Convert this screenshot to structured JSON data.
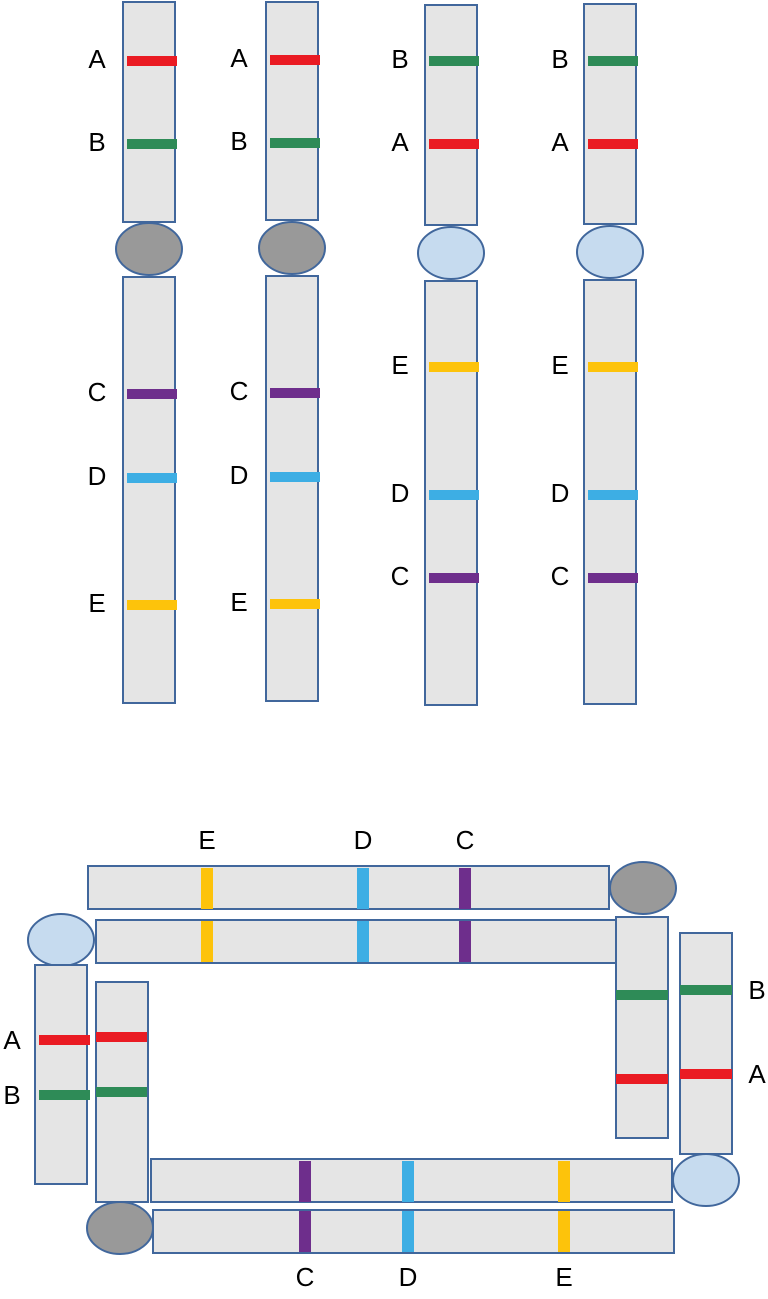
{
  "colors": {
    "arm_fill": "#e5e5e5",
    "outline": "#41679c",
    "centromere_dark": "#999999",
    "centromere_light": "#c6dbef"
  },
  "loci": {
    "A": {
      "label": "A",
      "color": "#ea1b23"
    },
    "B": {
      "label": "B",
      "color": "#2e8b57"
    },
    "C": {
      "label": "C",
      "color": "#6e2e8c"
    },
    "D": {
      "label": "D",
      "color": "#3daee4"
    },
    "E": {
      "label": "E",
      "color": "#fdc30b"
    }
  },
  "normal_chromatids": [
    {
      "centromere": "dark",
      "short_arm": [
        "A",
        "B"
      ],
      "long_arm": [
        "C",
        "D",
        "E"
      ]
    },
    {
      "centromere": "dark",
      "short_arm": [
        "A",
        "B"
      ],
      "long_arm": [
        "C",
        "D",
        "E"
      ]
    },
    {
      "centromere": "light",
      "short_arm": [
        "B",
        "A"
      ],
      "long_arm": [
        "E",
        "D",
        "C"
      ]
    },
    {
      "centromere": "light",
      "short_arm": [
        "B",
        "A"
      ],
      "long_arm": [
        "E",
        "D",
        "C"
      ]
    }
  ],
  "inversion_loop": {
    "top_labels": [
      "E",
      "D",
      "C"
    ],
    "bottom_labels": [
      "C",
      "D",
      "E"
    ],
    "left_labels": [
      "A",
      "B"
    ],
    "right_labels": [
      "B",
      "A"
    ]
  }
}
